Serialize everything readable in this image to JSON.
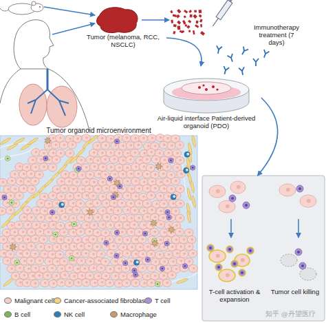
{
  "diagram": {
    "nodes": [
      {
        "text": [
          "Tumor (melanoma, RCC, NSCLC)"
        ]
      },
      {
        "text": [
          "Immunotherapy treatment (7 days)"
        ]
      },
      {
        "text": [
          "Air-liquid interface Patient-derived organoid (PDO)"
        ]
      },
      {
        "text": [
          "Tumor organoid microenvironment"
        ]
      },
      {
        "text": [
          "T-cell activation & expansion",
          "Tumor cell killing"
        ]
      }
    ],
    "edges": [
      {
        "from": 0,
        "to": 2,
        "arrow": "to"
      },
      {
        "from": 2,
        "to": 4,
        "arrow": "to"
      }
    ],
    "labels": [
      "知乎 @丹望医疗"
    ],
    "legend": [
      {
        "text": "Malignant cell",
        "color": "#f6cdc6"
      },
      {
        "text": "Cancer-associated fibroblast",
        "color": "#f2d27a"
      },
      {
        "text": "T cell",
        "color": "#a892d4"
      },
      {
        "text": "B cell",
        "color": "#7fb35a"
      },
      {
        "text": "NK cell",
        "color": "#2f7db8"
      },
      {
        "text": "Macrophage",
        "color": "#c99a6b"
      }
    ]
  }
}
